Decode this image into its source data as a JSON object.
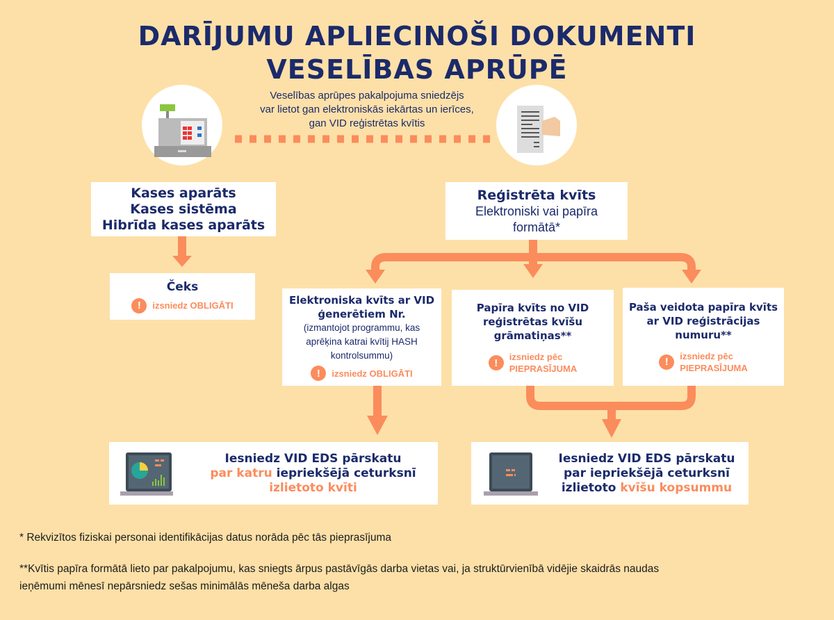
{
  "title": {
    "line1": "DARĪJUMU APLIECINOŠI DOKUMENTI",
    "line2": "VESELĪBAS APRŪPĒ"
  },
  "intro": {
    "line1": "Veselības aprūpes pakalpojuma sniedzējs",
    "line2": "var lietot gan elektroniskās iekārtas un ierīces,",
    "line3": "gan VID reģistrētas kvītis"
  },
  "icons": {
    "left": "cash-register-icon",
    "right": "receipt-in-hand-icon"
  },
  "left_box": {
    "line1": "Kases aparāts",
    "line2": "Kases sistēma",
    "line3": "Hibrīda kases aparāts"
  },
  "right_box": {
    "title": "Reģistrēta kvīts",
    "subtitle": "Elektroniski vai papīra formātā*"
  },
  "ceks": {
    "title": "Čeks",
    "warn": "izsniedz OBLIGĀTI"
  },
  "e_kvits": {
    "title": "Elektroniska kvīts ar VID ģenerētiem Nr.",
    "note": "(izmantojot programmu, kas aprēķina katrai kvītij HASH kontrolsummu)",
    "warn": "izsniedz OBLIGĀTI"
  },
  "papira": {
    "title": "Papīra kvīts no VID reģistrētas kvīšu grāmatiņas**",
    "warn1": "izsniedz pēc",
    "warn2": "PIEPRASĪJUMA"
  },
  "pasa": {
    "title": "Paša veidota papīra kvīts ar VID reģistrācijas numuru**",
    "warn1": "izsniedz pēc",
    "warn2": "PIEPRASĪJUMA"
  },
  "report_left": {
    "line1": "Iesniedz VID EDS pārskatu",
    "hl1": "par katru",
    "line2": "iepriekšējā ceturksnī",
    "hl2": "izlietoto kvīti"
  },
  "report_right": {
    "line1": "Iesniedz VID EDS pārskatu",
    "line2": "par iepriekšējā ceturksnī",
    "pre3": "izlietoto",
    "hl3": "kvīšu kopsummu"
  },
  "footnotes": {
    "f1": "* Rekvizītos fiziskai personai identifikācijas datus norāda pēc tās pieprasījuma",
    "f2a": "**Kvītis papīra formātā lieto par pakalpojumu, kas sniegts ārpus pastāvīgās darba vietas vai, ja struktūrvienībā vidējie skaidrās naudas",
    "f2b": "ieņēmumi mēnesī  nepārsniedz sešas minimālās mēneša darba algas"
  },
  "colors": {
    "bg": "#fde0a8",
    "navy": "#1b2a6b",
    "orange": "#fb8c5c"
  }
}
